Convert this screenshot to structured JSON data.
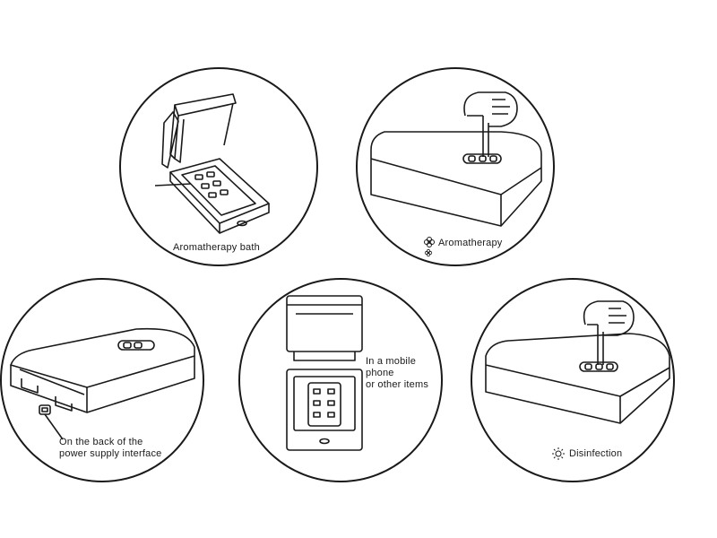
{
  "panels": {
    "aroma_bath": {
      "caption": "Aromatherapy bath",
      "icon": "flower-icon"
    },
    "aroma_button": {
      "caption": "Aromatherapy",
      "icon": "flower-icon"
    },
    "back": {
      "caption_lines": [
        "On the back of the",
        "power supply interface"
      ]
    },
    "phone": {
      "caption_lines": [
        "In a mobile",
        "phone",
        "or other items"
      ]
    },
    "disinfect": {
      "caption": "Disinfection",
      "icon": "sun-icon"
    }
  },
  "colors": {
    "line": "#1a1a1a",
    "background": "#ffffff"
  }
}
